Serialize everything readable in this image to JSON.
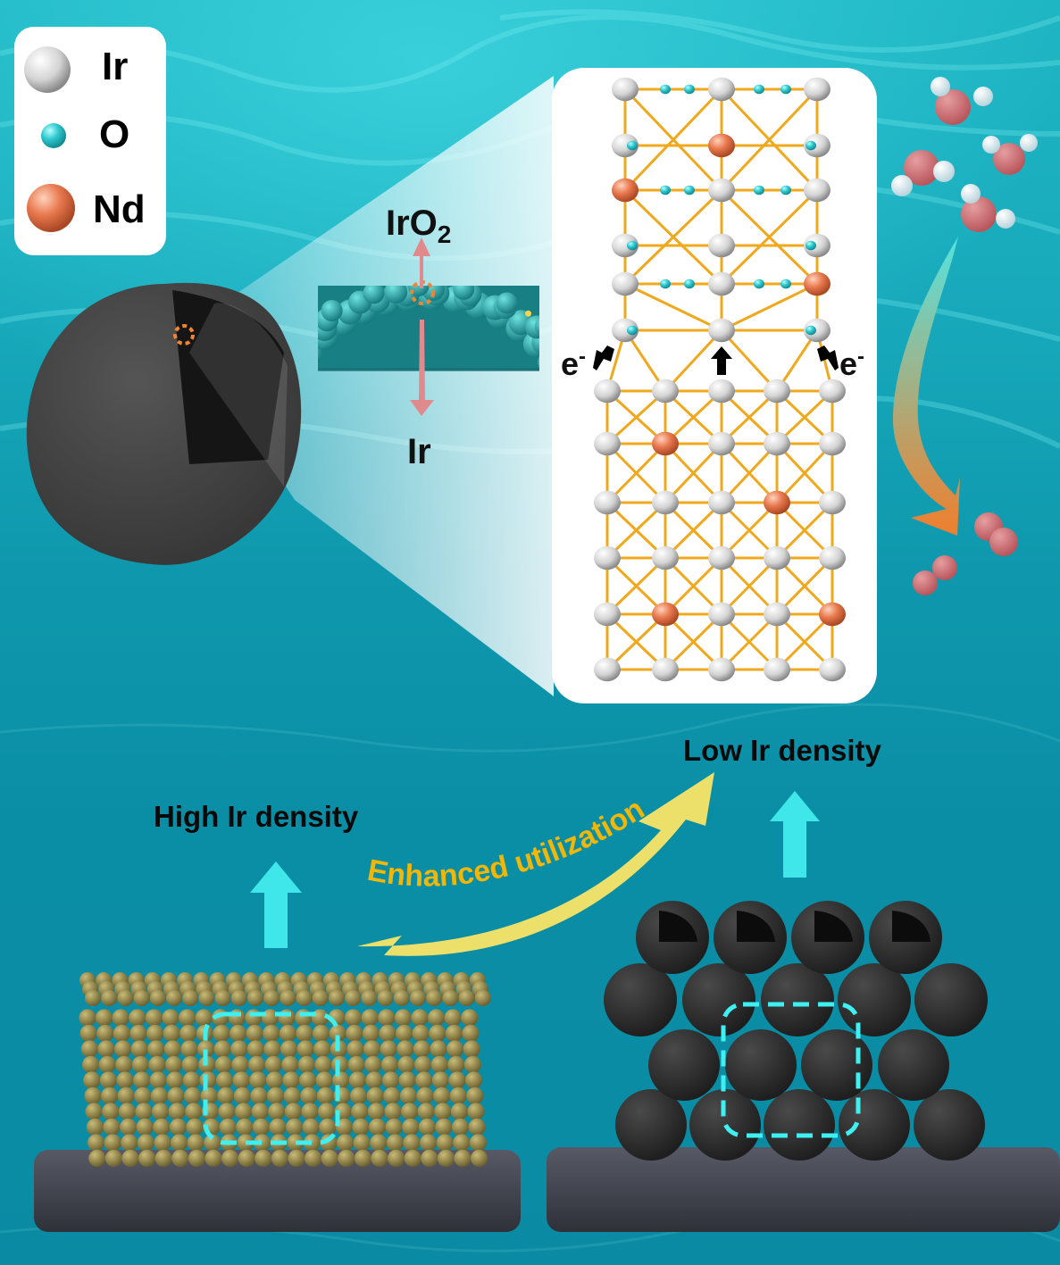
{
  "legend": {
    "items": [
      {
        "symbol": "Ir",
        "label": "Ir",
        "color": "#d9d9d9"
      },
      {
        "symbol": "O",
        "label": "O",
        "color": "#2ec8cf"
      },
      {
        "symbol": "Nd",
        "label": "Nd",
        "color": "#e8784e"
      }
    ]
  },
  "shell_zoom": {
    "top_label": "IrO",
    "top_label_subscript": "2",
    "bottom_label": "Ir"
  },
  "lattice_panel": {
    "electron_left": "e",
    "electron_right": "e",
    "electron_superscript": "-"
  },
  "bottom": {
    "left_label": "High Ir density",
    "right_label": "Low Ir density",
    "arrow_label": "Enhanced utilization"
  },
  "colors": {
    "ir": "#d9d9d9",
    "oxygen": "#2ec8cf",
    "nd": "#e8784e",
    "bond": "#f0a81c",
    "gold_particle": "#9c8d4a",
    "carbon_sphere": "#2e2e2e",
    "substrate": "#454852",
    "highlight_box": "#3ff0f2",
    "arrow_yellow": "#ede06a",
    "arrow_text": "#f2b705",
    "up_arrow": "#3fe6ea"
  }
}
